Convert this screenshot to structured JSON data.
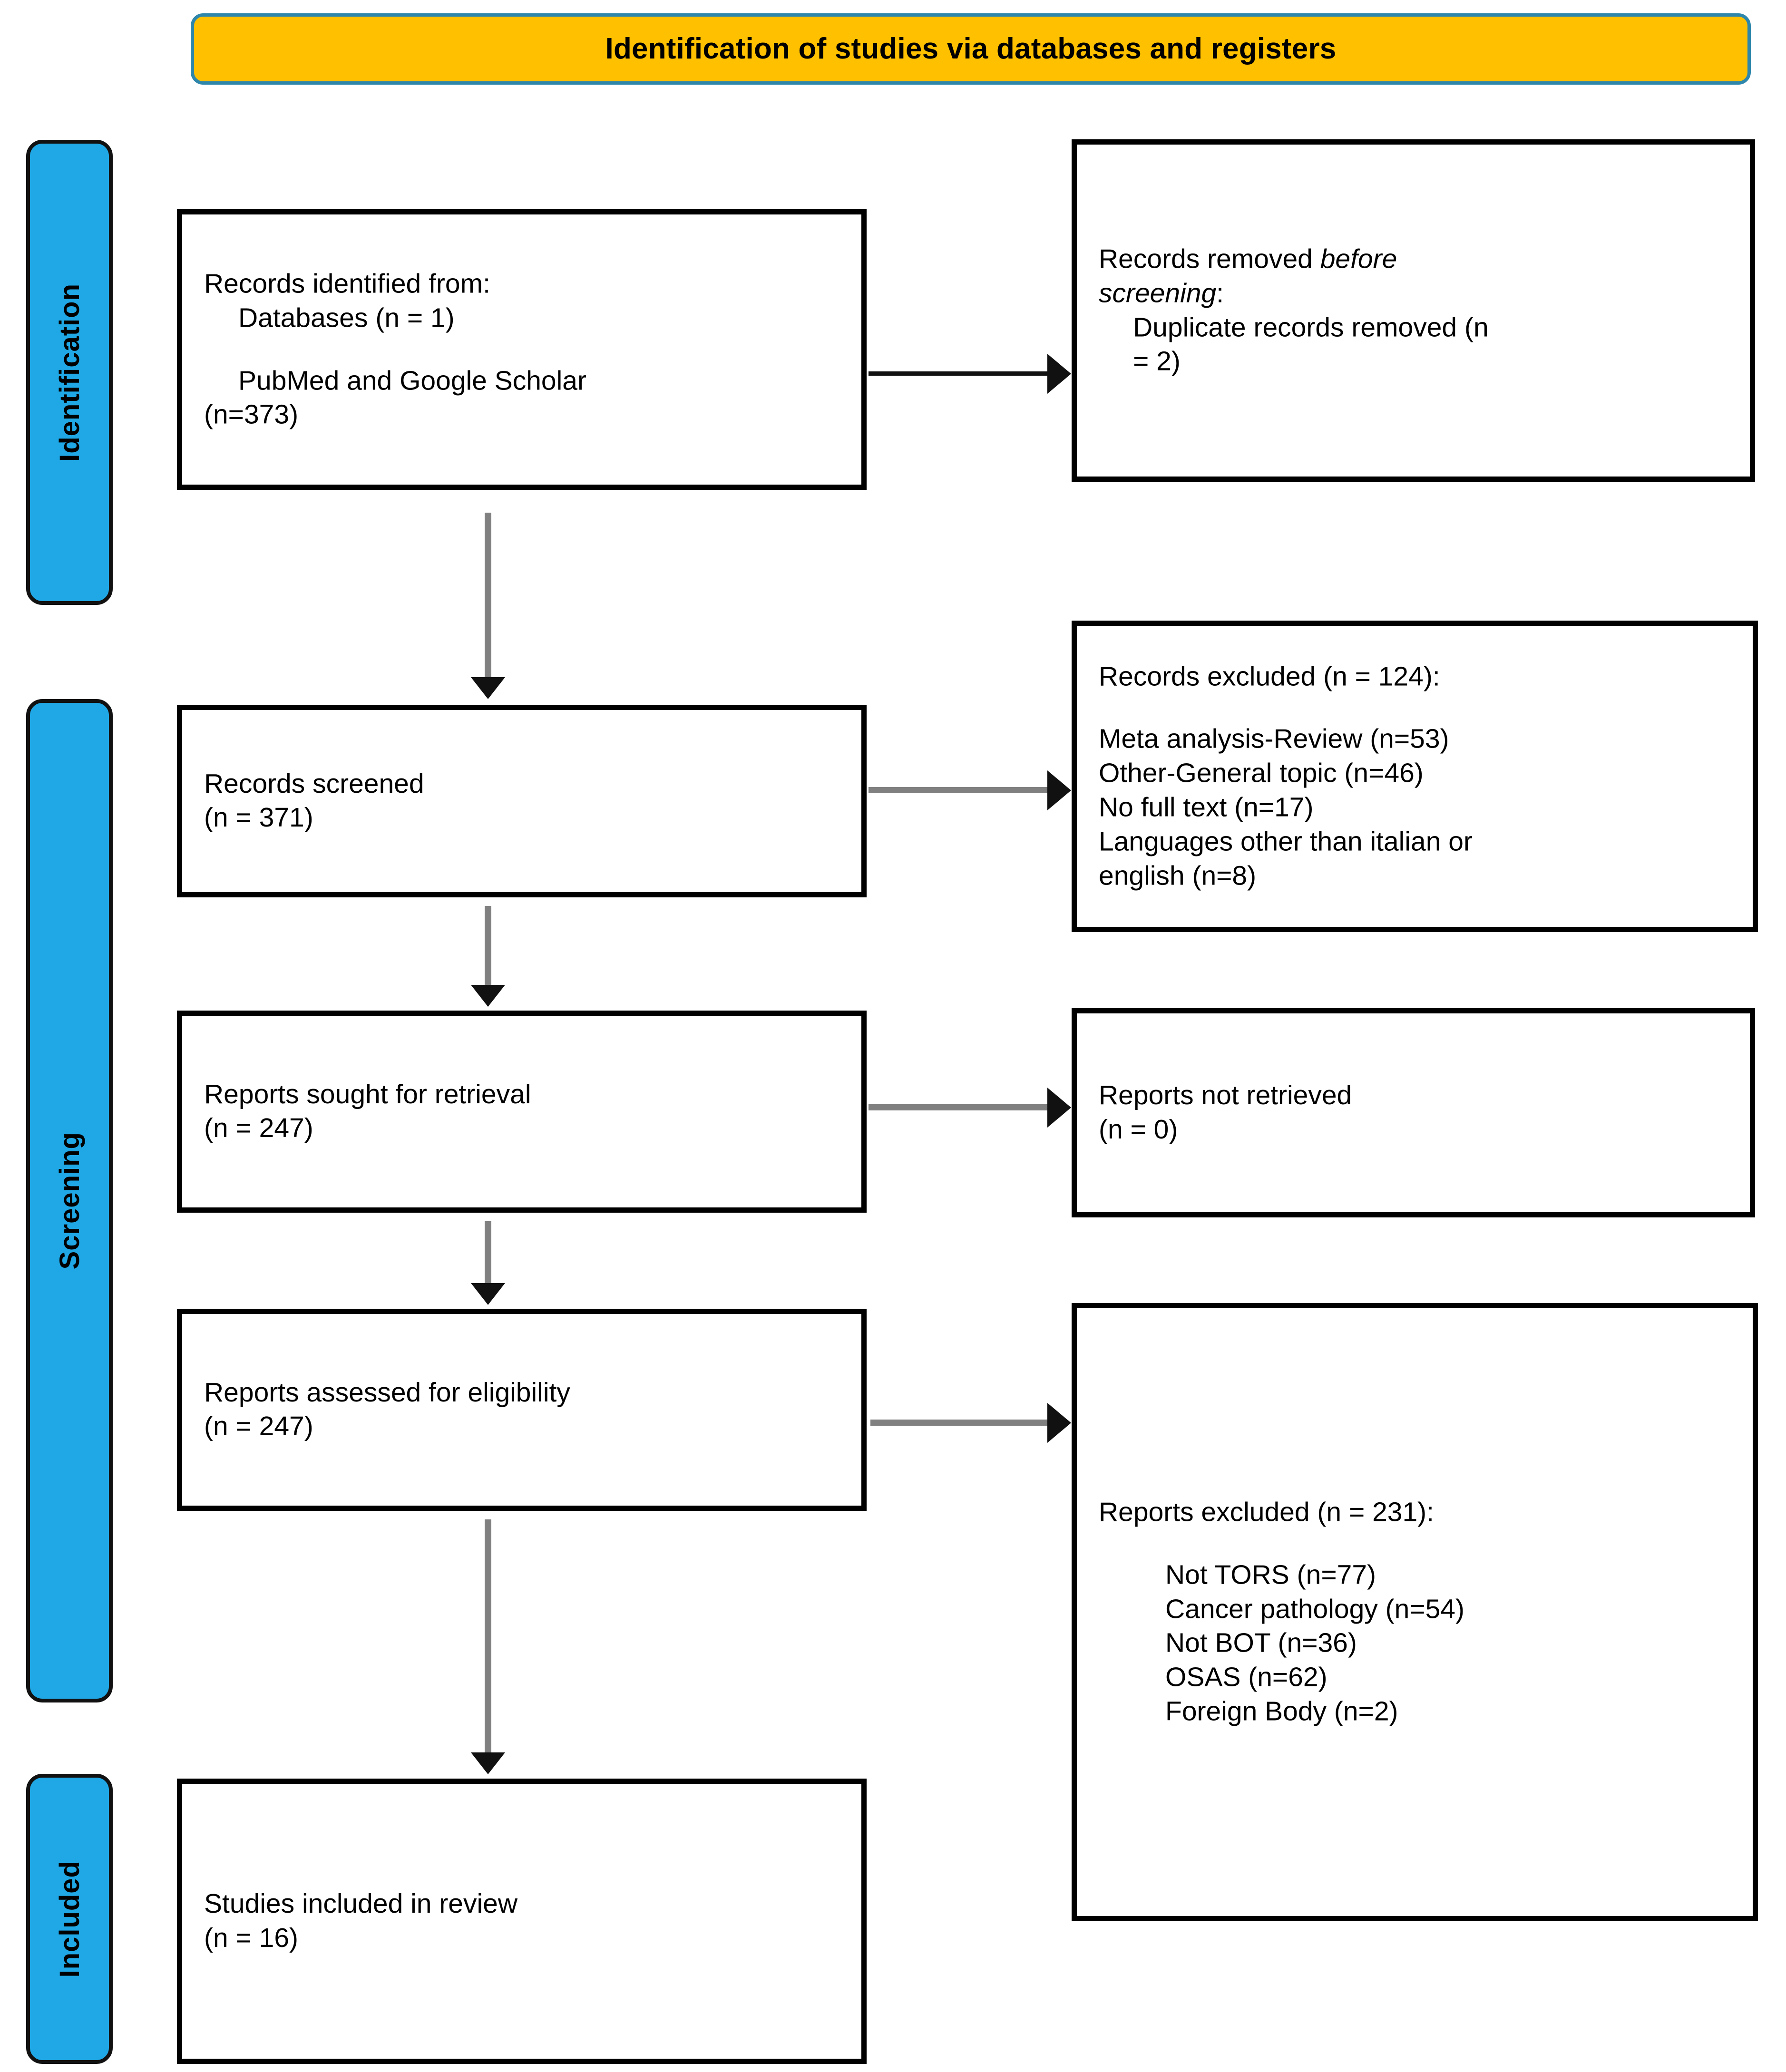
{
  "header": {
    "title": "Identification of studies via databases and registers",
    "background_color": "#FFC000",
    "border_color": "#2E86AB"
  },
  "stages": {
    "accent_color": "#20A8E6",
    "identification": "Identification",
    "screening": "Screening",
    "included": "Included"
  },
  "boxes": {
    "identified": {
      "line1": "Records identified from:",
      "line2": "Databases (n = 1)",
      "line3": "PubMed and Google Scholar",
      "line4": "(n=373)"
    },
    "removed_before_screening": {
      "line1_a": "Records removed ",
      "line1_b": "before",
      "line2_a": "screening",
      "line2_b": ":",
      "line3": "Duplicate records removed (n",
      "line4": "= 2)"
    },
    "screened": {
      "line1": "Records screened",
      "line2": "(n = 371)"
    },
    "records_excluded": {
      "line1": "Records excluded (n = 124):",
      "reasons": [
        "Meta analysis-Review (n=53)",
        "Other-General topic (n=46)",
        "No full text (n=17)",
        "Languages other than italian or",
        "english (n=8)"
      ]
    },
    "sought_for_retrieval": {
      "line1": "Reports sought for retrieval",
      "line2": "(n = 247)"
    },
    "not_retrieved": {
      "line1": "Reports not retrieved",
      "line2": "(n = 0)"
    },
    "assessed_for_eligibility": {
      "line1": "Reports assessed for eligibility",
      "line2": "(n = 247)"
    },
    "reports_excluded": {
      "line1": "Reports excluded (n = 231):",
      "reasons": [
        "Not TORS (n=77)",
        "Cancer pathology (n=54)",
        "Not BOT (n=36)",
        "OSAS (n=62)",
        "Foreign Body (n=2)"
      ]
    },
    "studies_included": {
      "line1": "Studies included in review",
      "line2": "(n = 16)"
    }
  },
  "chart_data": {
    "type": "diagram",
    "title": "Identification of studies via databases and registers",
    "nodes": [
      {
        "stage": "Identification",
        "label": "Records identified from: Databases (n = 1); PubMed and Google Scholar (n=373)",
        "n": 373
      },
      {
        "stage": "Identification",
        "label": "Records removed before screening: Duplicate records removed (n = 2)",
        "n": 2
      },
      {
        "stage": "Screening",
        "label": "Records screened",
        "n": 371
      },
      {
        "stage": "Screening",
        "label": "Records excluded",
        "n": 124
      },
      {
        "stage": "Screening",
        "label": "Reports sought for retrieval",
        "n": 247
      },
      {
        "stage": "Screening",
        "label": "Reports not retrieved",
        "n": 0
      },
      {
        "stage": "Screening",
        "label": "Reports assessed for eligibility",
        "n": 247
      },
      {
        "stage": "Screening",
        "label": "Reports excluded",
        "n": 231
      },
      {
        "stage": "Included",
        "label": "Studies included in review",
        "n": 16
      }
    ],
    "exclusion_breakdown_screening": [
      {
        "reason": "Meta analysis-Review",
        "n": 53
      },
      {
        "reason": "Other-General topic",
        "n": 46
      },
      {
        "reason": "No full text",
        "n": 17
      },
      {
        "reason": "Languages other than italian or english",
        "n": 8
      }
    ],
    "exclusion_breakdown_eligibility": [
      {
        "reason": "Not TORS",
        "n": 77
      },
      {
        "reason": "Cancer pathology",
        "n": 54
      },
      {
        "reason": "Not BOT",
        "n": 36
      },
      {
        "reason": "OSAS",
        "n": 62
      },
      {
        "reason": "Foreign Body",
        "n": 2
      }
    ]
  }
}
